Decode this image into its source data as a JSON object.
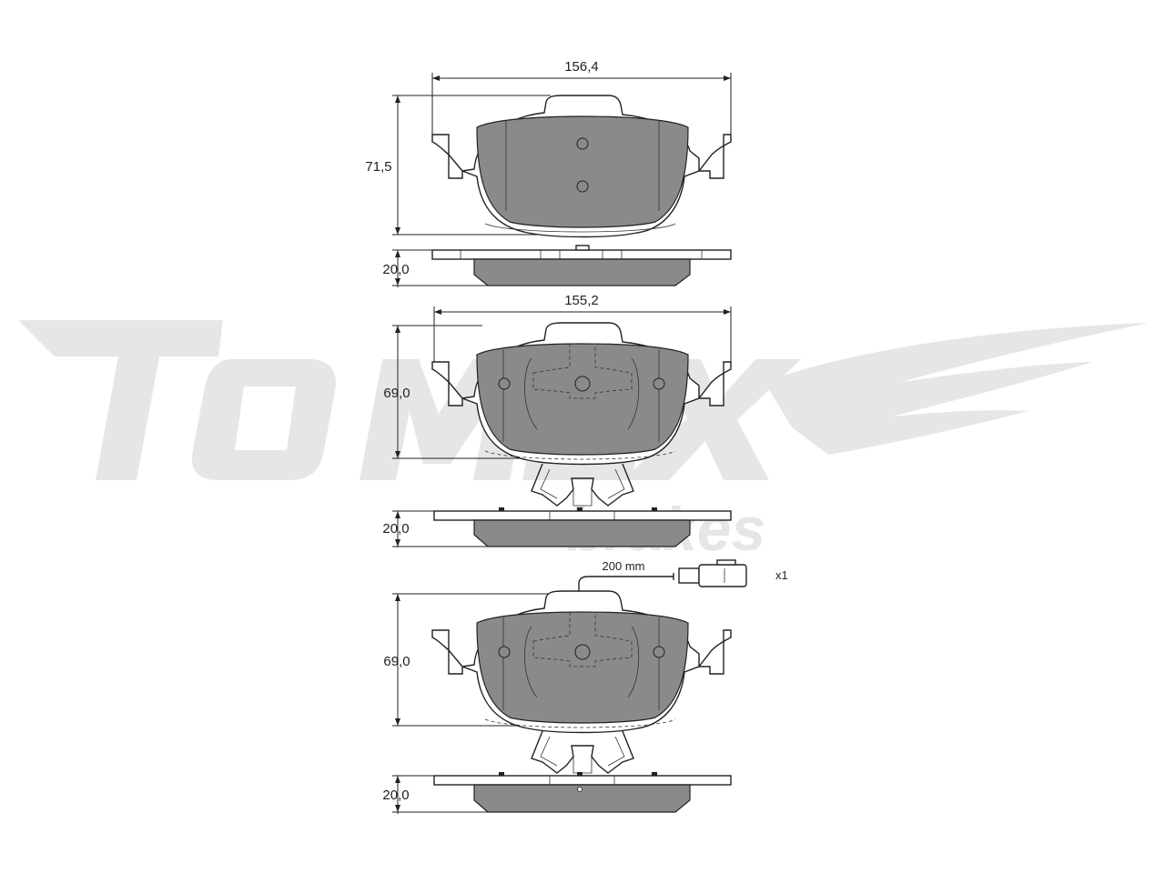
{
  "colors": {
    "pad_fill": "#8a8a8a",
    "outline": "#222222",
    "watermark": "#e6e6e6"
  },
  "watermark": {
    "brand": "TOMEX",
    "sub": "brakes"
  },
  "views": {
    "pad1_width": "156,4",
    "pad1_height": "71,5",
    "pad1_thickness": "20,0",
    "pad2_width": "155,2",
    "pad2_height": "69,0",
    "pad2_thickness": "20,0",
    "pad3_height": "69,0",
    "pad3_thickness": "20,0"
  },
  "sensor": {
    "length": "200 mm",
    "quantity": "x1"
  }
}
